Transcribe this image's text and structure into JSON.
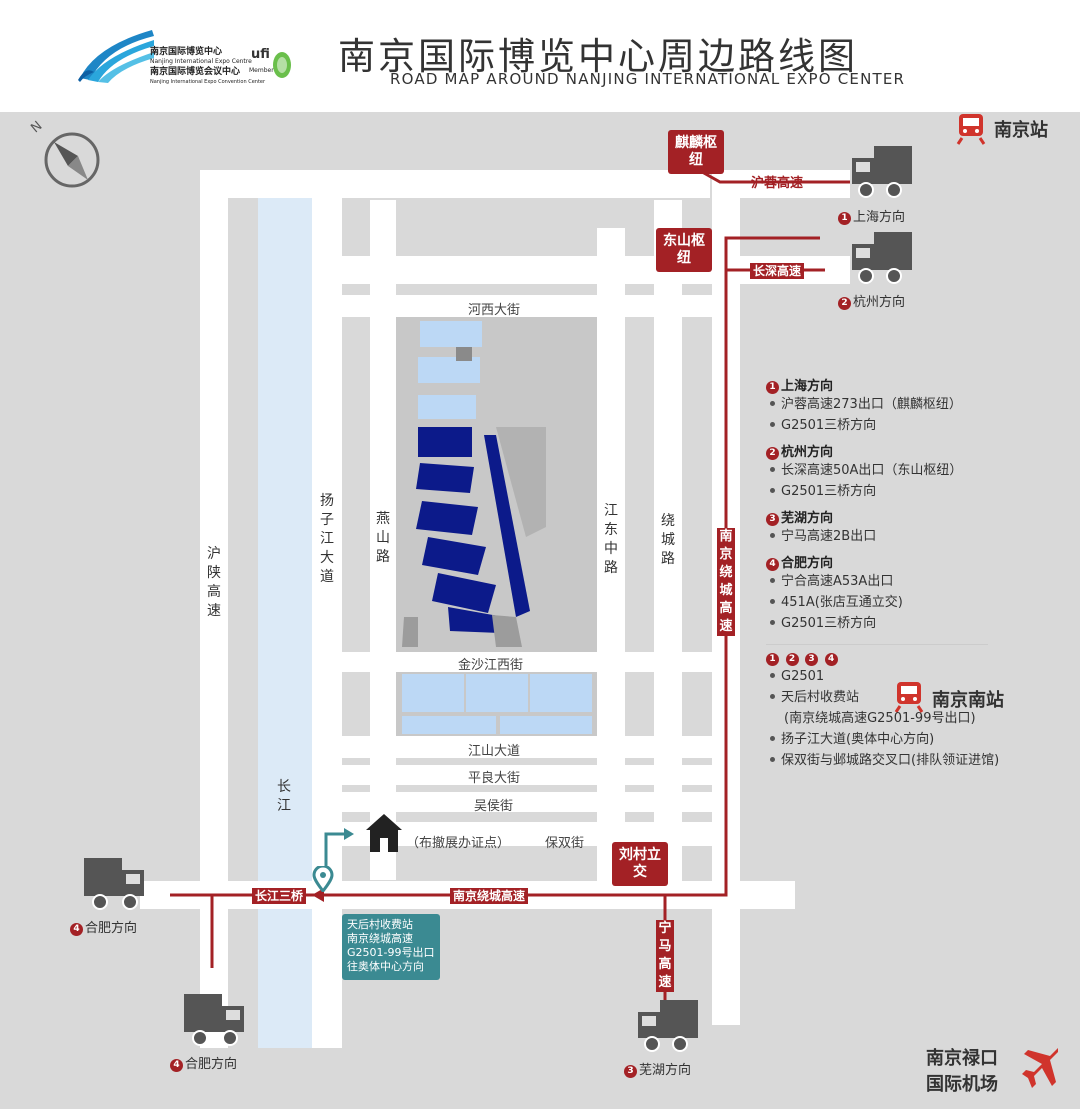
{
  "header": {
    "logo_line1_cn": "南京国际博览中心",
    "logo_line1_en": "Nanjing International Expo Centre",
    "logo_line2_cn": "南京国际博览会议中心",
    "logo_line2_en": "Nanjing International Expo Convention Center",
    "ufi_label": "ufi",
    "ufi_sub": "Member",
    "title_cn": "南京国际博览中心周边路线图",
    "title_en": "ROAD MAP AROUND NANJING INTERNATIONAL EXPO CENTER"
  },
  "compass": {
    "north": "N"
  },
  "roads": {
    "hehe": "河西大街",
    "jinsha": "金沙江西街",
    "jiangshan": "江山大道",
    "pingliang": "平良大街",
    "wuhou": "吴侯街",
    "baoshuang": "保双街",
    "yangzi": "扬子江大道",
    "yanshan": "燕山路",
    "jiangdong": "江东中路",
    "raocheng": "绕城路",
    "hushan": "沪陕高速",
    "changjiang": "长江"
  },
  "highways": {
    "hurong": "沪蓉高速",
    "changshen": "长深高速",
    "nanjing_ring": "南京绕城高速",
    "ningma": "宁马高速",
    "bridge": "长江三桥"
  },
  "hubs": {
    "qilin": "麒麟枢纽",
    "dongshan": "东山枢纽",
    "liucun": "刘村立交"
  },
  "directions": {
    "shanghai": {
      "num": "1",
      "label": "上海方向"
    },
    "hangzhou": {
      "num": "2",
      "label": "杭州方向"
    },
    "wuhu": {
      "num": "3",
      "label": "芜湖方向"
    },
    "hefei_top": {
      "num": "4",
      "label": "合肥方向"
    },
    "hefei_bottom": {
      "num": "4",
      "label": "合肥方向"
    }
  },
  "office_label": "（布撤展办证点）",
  "toll_info": {
    "line1": "天后村收费站",
    "line2": "南京绕城高速",
    "line3": "G2501-99号出口",
    "line4": "往奥体中心方向"
  },
  "legend": {
    "shanghai": {
      "num": "1",
      "title": "上海方向",
      "items": [
        "沪蓉高速273出口（麒麟枢纽）",
        "G2501三桥方向"
      ]
    },
    "hangzhou": {
      "num": "2",
      "title": "杭州方向",
      "items": [
        "长深高速50A出口（东山枢纽）",
        "G2501三桥方向"
      ]
    },
    "wuhu": {
      "num": "3",
      "title": "芜湖方向",
      "items": [
        "宁马高速2B出口"
      ]
    },
    "hefei": {
      "num": "4",
      "title": "合肥方向",
      "items": [
        "宁合高速A53A出口",
        "451A(张店互通立交)",
        "G2501三桥方向"
      ]
    },
    "all": {
      "nums": [
        "1",
        "2",
        "3",
        "4"
      ],
      "item1": "G2501",
      "item2": "天后村收费站",
      "item2_sub": "(南京绕城高速G2501-99号出口)",
      "item3": "扬子江大道(奥体中心方向)",
      "item4": "保双街与邺城路交叉口(排队领证进馆)"
    }
  },
  "stations": {
    "nanjing": "南京站",
    "nanjing_south": "南京南站",
    "airport_line1": "南京禄口",
    "airport_line2": "国际机场"
  },
  "colors": {
    "route_red": "#a32125",
    "river_blue": "#dceaf7",
    "hall_navy": "#0c1a8a",
    "hall_light": "#bcd8f5",
    "teal": "#3b8a92",
    "map_gray": "#d9d9d9"
  }
}
